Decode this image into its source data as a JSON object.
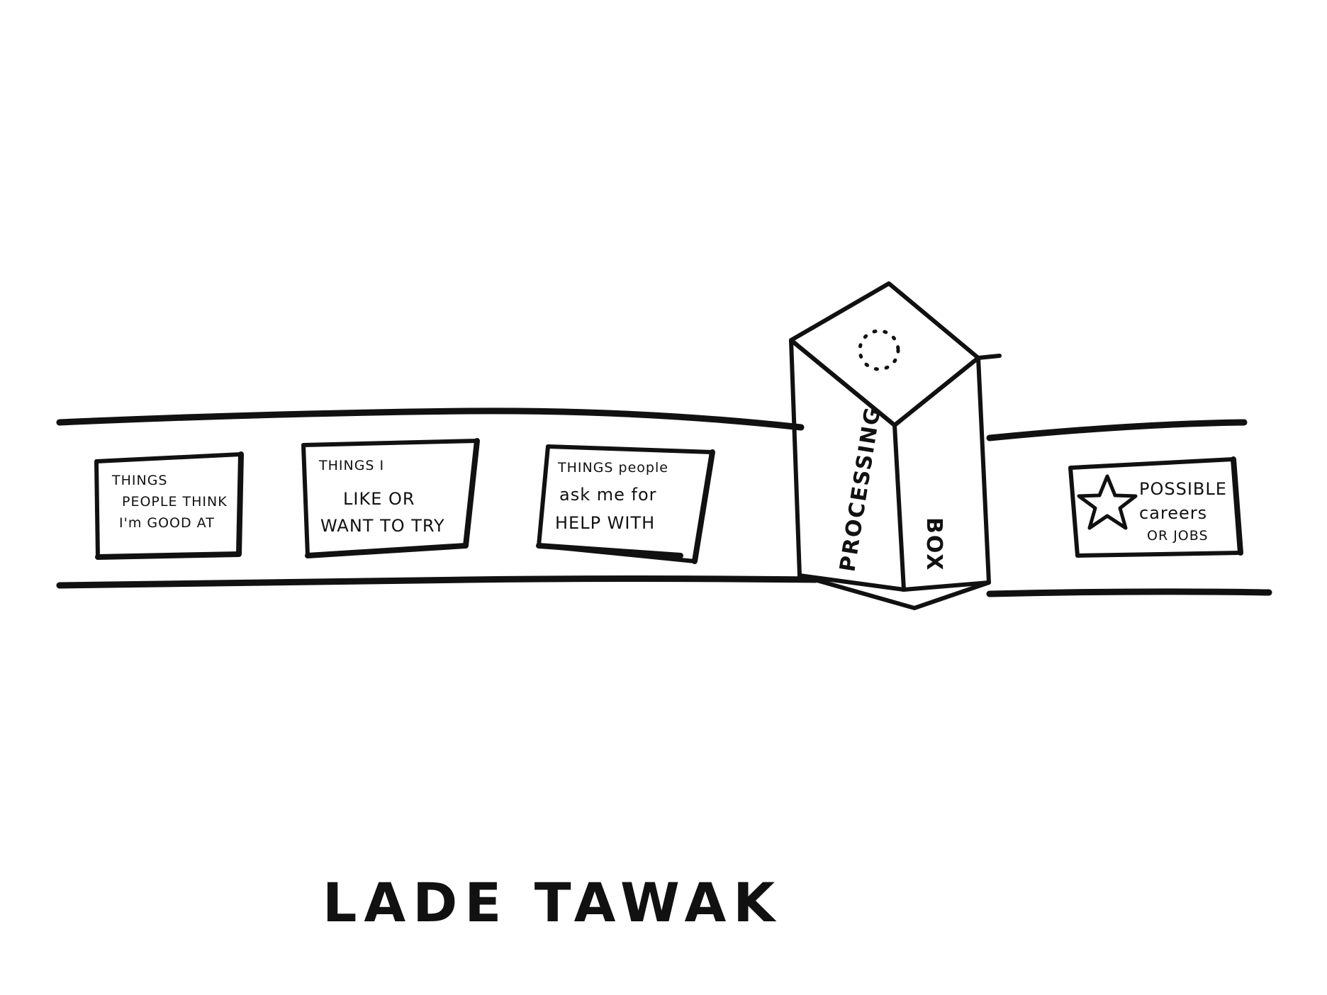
{
  "cards": [
    {
      "lines": [
        "THINGS",
        "PEOPLE THINK",
        "I'm GOOD AT"
      ]
    },
    {
      "lines": [
        "THINGS I",
        "LIKE OR",
        "WANT TO TRY"
      ]
    },
    {
      "lines": [
        "THINGS people",
        "ask me for",
        "HELP WITH"
      ]
    },
    {
      "icon": "star-icon",
      "lines": [
        "POSSIBLE",
        "careers",
        "OR JOBS"
      ]
    }
  ],
  "processing_box": {
    "front_label": "PROCESSING",
    "side_label": "BOX"
  },
  "signature": "LADE TAWAK"
}
